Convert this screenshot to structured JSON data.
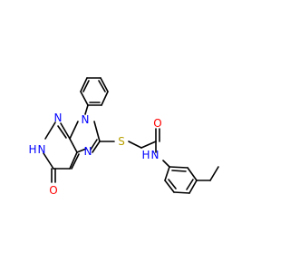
{
  "molecule": {
    "colors": {
      "nitrogen": "#0000ff",
      "oxygen": "#ff0000",
      "sulfur": "#b8a000",
      "carbon_bonds": "#000000",
      "background": "#ffffff"
    },
    "labels": {
      "n_top": "N",
      "n_ring_phenyl": "N",
      "n_imidazole": "N",
      "n_h": "N",
      "h_on_n": "H",
      "o_carbonyl_purine": "O",
      "s_thioether": "S",
      "o_amide": "O",
      "n_amide": "N",
      "h_amide": "H"
    }
  }
}
